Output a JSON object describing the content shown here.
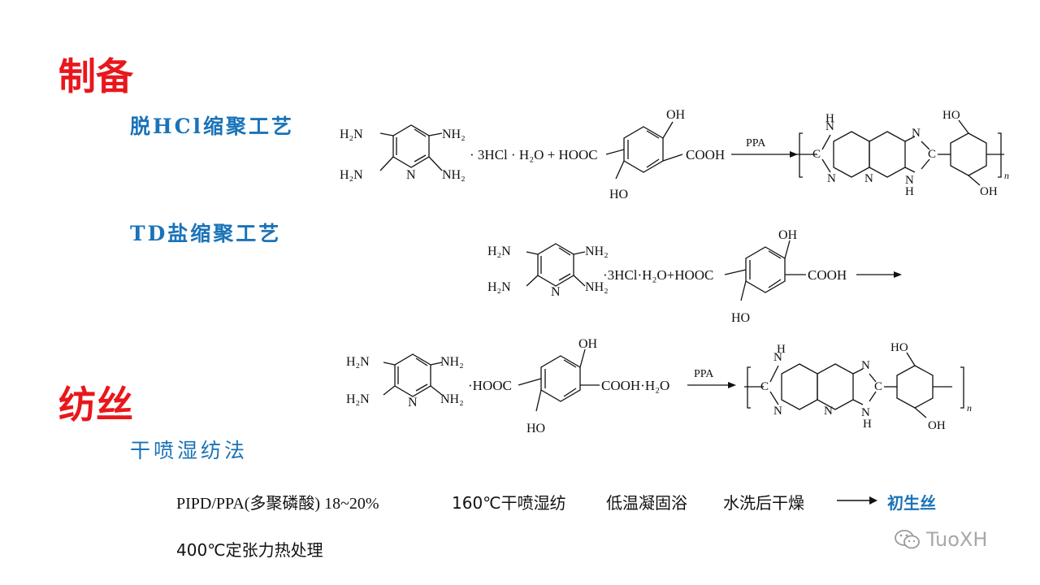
{
  "headings": {
    "prep": "制备",
    "spin": "纺丝"
  },
  "subheadings": {
    "dehcl": "脱HCl缩聚工艺",
    "td": "TD盐缩聚工艺",
    "spin_method": "干喷湿纺法"
  },
  "reaction1": {
    "nh2_tl": "H₂N",
    "nh2_tr": "NH₂",
    "nh2_bl": "H₂N",
    "nh2_br": "NH₂",
    "n": "N",
    "salt": "· 3HCl · H₂O + HOOC",
    "oh_top": "OH",
    "oh_bot": "HO",
    "cooh": "COOH",
    "ppa": "PPA",
    "p_nh_top": "H",
    "p_n_top": "N",
    "p_c1": "C",
    "p_n_left": "N",
    "p_n_mid": "N",
    "p_n_right": "N",
    "p_h_bot": "H",
    "p_c2": "C",
    "p_n_r2": "N",
    "p_oh_top": "HO",
    "p_oh_bot": "OH",
    "sub_n": "n"
  },
  "reaction2": {
    "nh2_tl": "H₂N",
    "nh2_tr": "NH₂",
    "nh2_bl": "H₂N",
    "nh2_br": "NH₂",
    "n": "N",
    "salt": "·3HCl·H₂O+HOOC",
    "oh_top": "OH",
    "oh_bot": "HO",
    "cooh": "COOH"
  },
  "reaction3": {
    "nh2_tl": "H₂N",
    "nh2_tr": "NH₂",
    "nh2_bl": "H₂N",
    "nh2_br": "NH₂",
    "n": "N",
    "salt": "·HOOC",
    "oh_top": "OH",
    "oh_bot": "HO",
    "cooh": "COOH·H₂O",
    "ppa": "PPA",
    "p_h_top": "H",
    "p_n_top": "N",
    "p_c1": "C",
    "p_n_left": "N",
    "p_n_mid": "N",
    "p_n_right": "N",
    "p_h_bot": "H",
    "p_c2": "C",
    "p_n_r2": "N",
    "p_oh_top": "HO",
    "p_oh_bot": "OH",
    "sub_n": "n"
  },
  "process": {
    "step1": "PIPD/PPA(多聚磷酸) 18~20%",
    "step2": "160℃干喷湿纺",
    "step3": "低温凝固浴",
    "step4": "水洗后干燥",
    "result": "初生丝",
    "step5": "400℃定张力热处理"
  },
  "watermark": {
    "text": "TuoXH",
    "icon": "wechat-icon"
  }
}
